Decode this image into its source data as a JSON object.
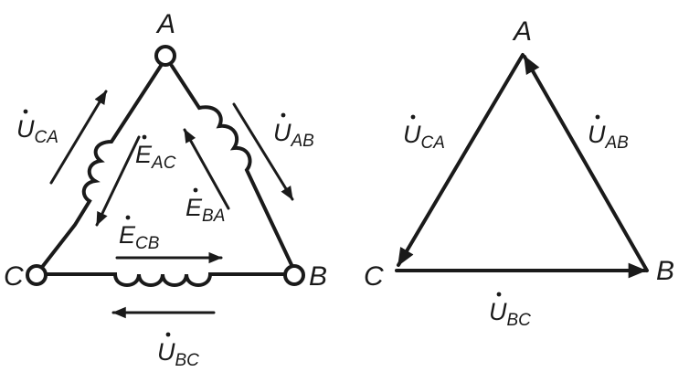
{
  "left_diagram": {
    "nodes": {
      "a": "A",
      "b": "B",
      "c": "C"
    },
    "voltages": {
      "ca": {
        "sym": "U",
        "sub": "CA"
      },
      "ab": {
        "sym": "U",
        "sub": "AB"
      },
      "bc": {
        "sym": "U",
        "sub": "BC"
      }
    },
    "emfs": {
      "ac": {
        "sym": "E",
        "sub": "AC"
      },
      "ba": {
        "sym": "E",
        "sub": "BA"
      },
      "cb": {
        "sym": "E",
        "sub": "CB"
      }
    }
  },
  "right_diagram": {
    "nodes": {
      "a": "A",
      "b": "B",
      "c": "C"
    },
    "voltages": {
      "ca": {
        "sym": "U",
        "sub": "CA"
      },
      "ab": {
        "sym": "U",
        "sub": "AB"
      },
      "bc": {
        "sym": "U",
        "sub": "BC"
      }
    }
  }
}
